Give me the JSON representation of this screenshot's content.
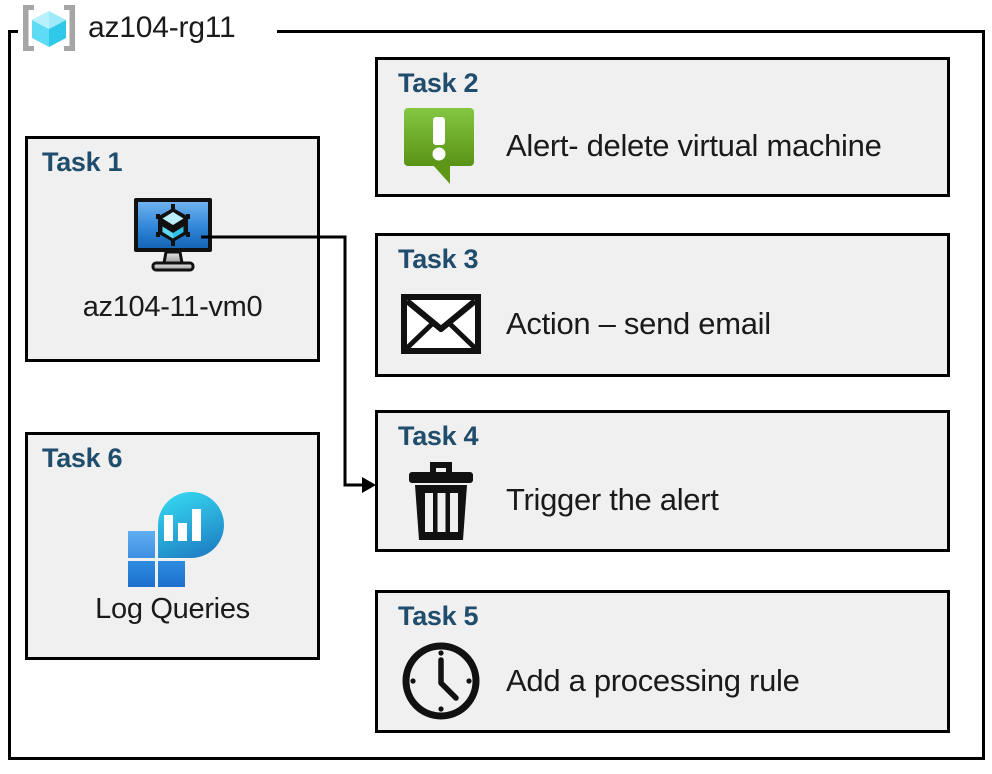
{
  "resource_group": {
    "name": "az104-rg11",
    "icon": "resource-group-cube-icon"
  },
  "left_column": [
    {
      "id": "task-1",
      "title": "Task 1",
      "caption": "az104-11-vm0",
      "icon": "virtual-machine-icon"
    },
    {
      "id": "task-6",
      "title": "Task 6",
      "caption": "Log Queries",
      "icon": "log-analytics-icon"
    }
  ],
  "right_column": [
    {
      "id": "task-2",
      "title": "Task 2",
      "label": "Alert- delete virtual machine",
      "icon": "alert-bubble-icon"
    },
    {
      "id": "task-3",
      "title": "Task 3",
      "label": "Action – send email",
      "icon": "envelope-icon"
    },
    {
      "id": "task-4",
      "title": "Task 4",
      "label": "Trigger the alert",
      "icon": "trash-bin-icon"
    },
    {
      "id": "task-5",
      "title": "Task 5",
      "label": "Add a processing rule",
      "icon": "clock-icon"
    }
  ],
  "connector": {
    "from": "task-1-virtual-machine-icon",
    "to": "task-4-card",
    "arrow": "arrowhead-right"
  },
  "colors": {
    "title_blue": "#1F4D6B",
    "card_fill": "#F0F0F0",
    "card_border": "#000000",
    "alert_green_light": "#7DC242",
    "alert_green_dark": "#5A9216",
    "vm_blue_light": "#55A0E8",
    "vm_blue_dark": "#1B6FC4",
    "log_cyan": "#2ED0E8",
    "log_blue": "#2387D4",
    "rg_cube_cyan": "#3FD7F5",
    "rg_bracket_gray": "#A6A6A6",
    "text_black": "#1A1A1A"
  }
}
